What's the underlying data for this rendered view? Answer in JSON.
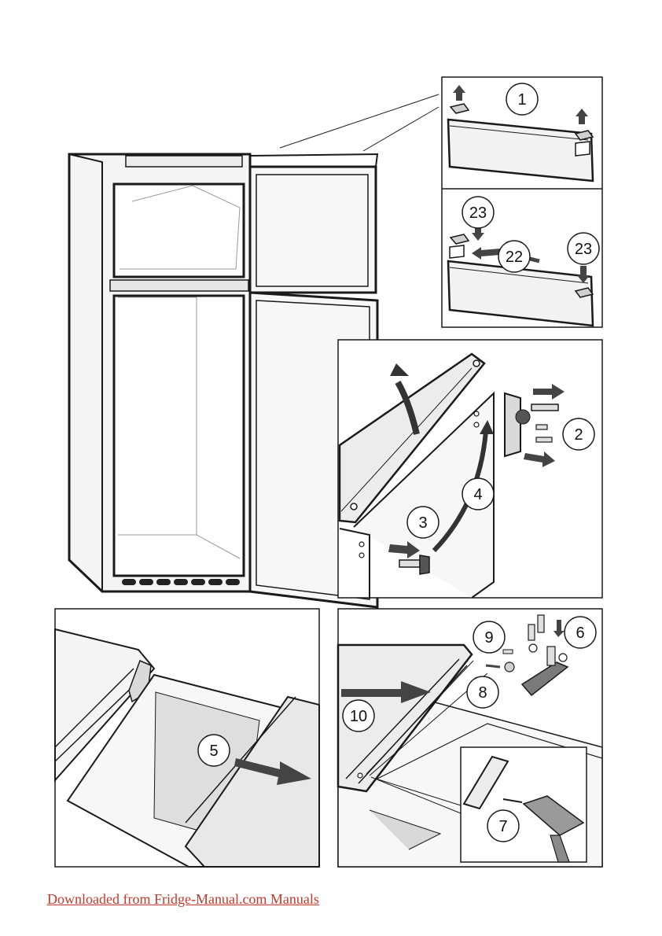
{
  "steps": {
    "s1": "1",
    "s2": "2",
    "s3": "3",
    "s4": "4",
    "s5": "5",
    "s6": "6",
    "s7": "7",
    "s8": "8",
    "s9": "9",
    "s10": "10",
    "s22": "22",
    "s23a": "23",
    "s23b": "23"
  },
  "footer": {
    "link_text": "Downloaded from Fridge-Manual.com Manuals"
  },
  "colors": {
    "line": "#1a1a1a",
    "shade_light": "#f2f2f2",
    "shade_mid": "#d9d9d9",
    "shade_dark": "#bdbdbd",
    "footer_link": "#c0392b"
  }
}
